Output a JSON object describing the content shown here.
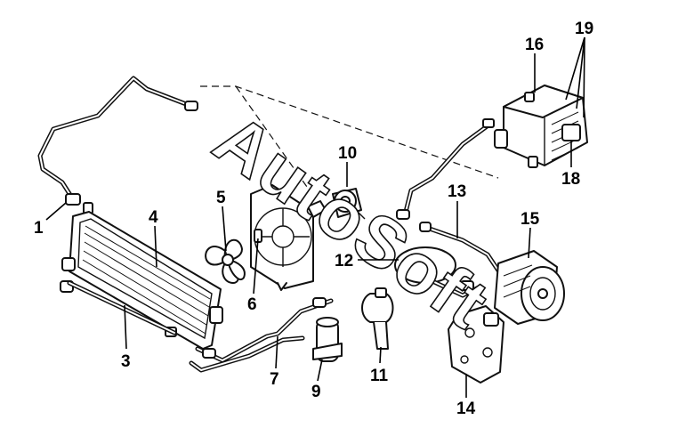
{
  "figure": {
    "watermark": "AutoSoft",
    "callouts": [
      "1",
      "3",
      "4",
      "5",
      "6",
      "7",
      "9",
      "10",
      "11",
      "12",
      "13",
      "14",
      "15",
      "16",
      "18",
      "19"
    ]
  }
}
